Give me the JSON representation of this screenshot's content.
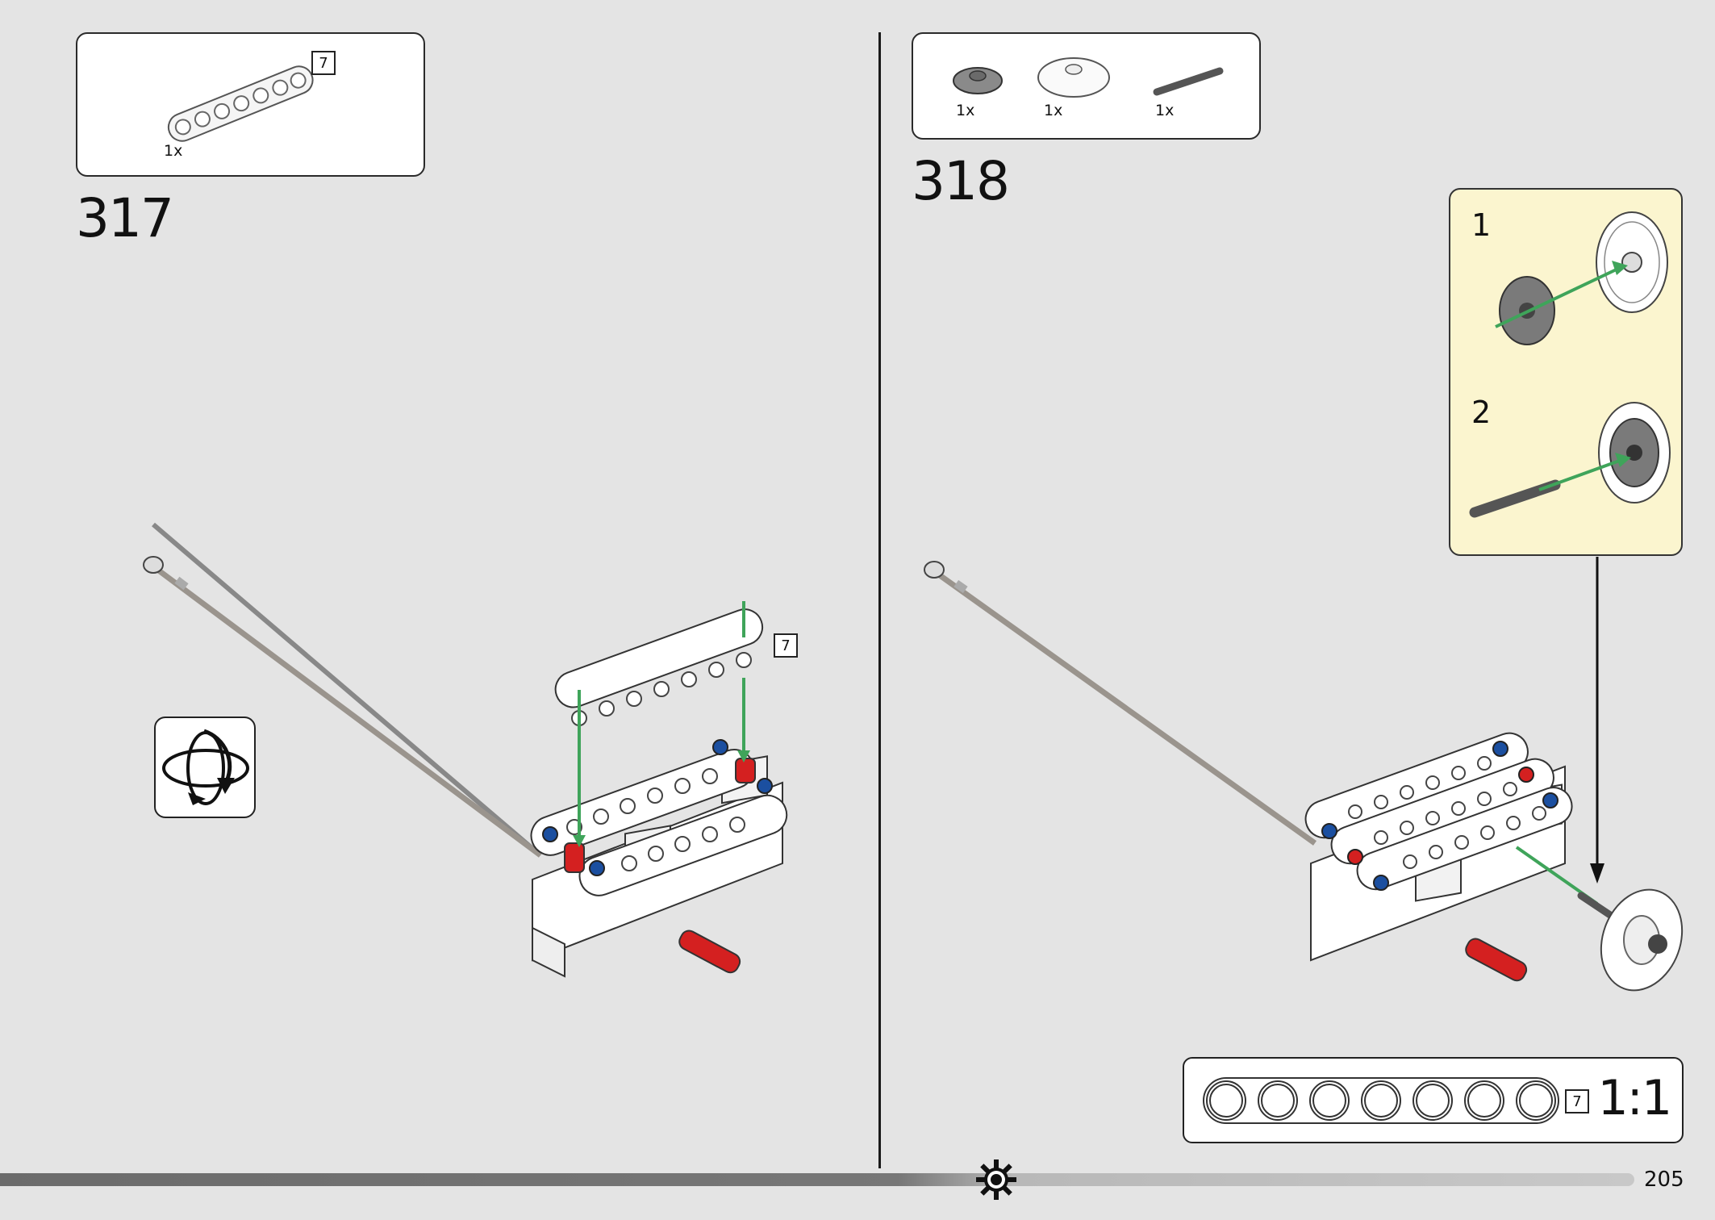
{
  "page": {
    "number": "205",
    "progress_percent": 62
  },
  "steps": [
    {
      "number": "317",
      "parts": [
        {
          "name": "white 7-hole beam",
          "qty": "1x",
          "length": "7"
        }
      ],
      "callout_length": "7",
      "icon": "rotate-model-icon"
    },
    {
      "number": "318",
      "parts": [
        {
          "name": "dark grey round tile",
          "qty": "1x"
        },
        {
          "name": "trans-clear dish",
          "qty": "1x"
        },
        {
          "name": "dark grey axle",
          "qty": "1x"
        }
      ],
      "substeps": [
        {
          "label": "1"
        },
        {
          "label": "2"
        }
      ],
      "scale_guide": {
        "length": "7",
        "ratio": "1:1"
      }
    }
  ],
  "colors": {
    "background": "#e4e4e4",
    "subassembly": "#fbf5cf",
    "arrow": "#3fa45a",
    "pin_red": "#d42020",
    "pin_blue": "#1b4fa0"
  },
  "icons": [
    "rotate-model-icon",
    "settings-gear-icon"
  ]
}
